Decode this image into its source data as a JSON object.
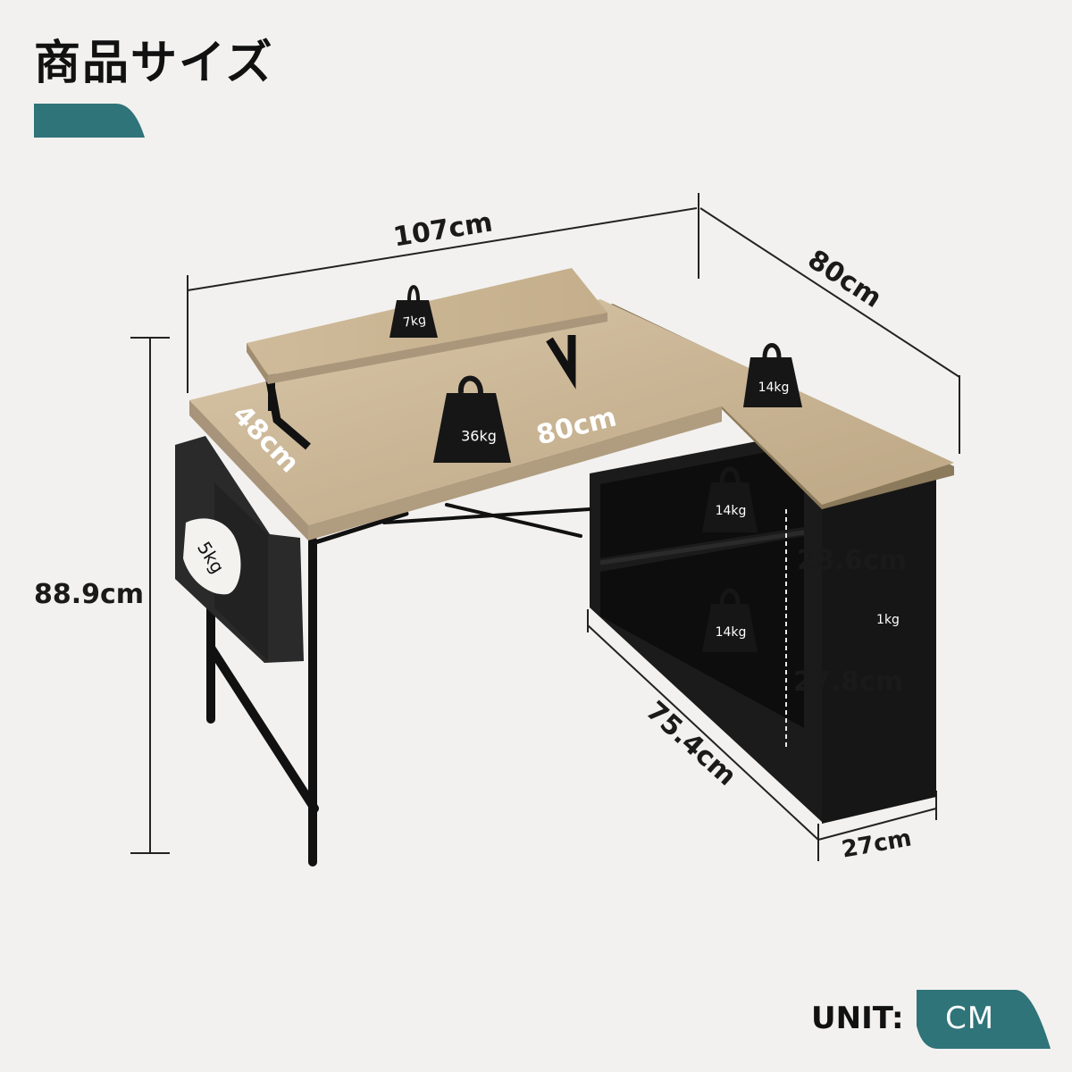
{
  "title": "商品サイズ",
  "accent_color": "#2f7479",
  "dimensions": {
    "total_width": "107cm",
    "side_depth": "80cm",
    "height": "88.9cm",
    "desk_depth": "48cm",
    "desk_width": "80cm",
    "cabinet_length": "75.4cm",
    "cabinet_depth": "27cm",
    "shelf_upper": "28.6cm",
    "shelf_lower": "27.8cm"
  },
  "weights": {
    "monitor_stand": "7kg",
    "desk_main": "36kg",
    "desk_corner": "14kg",
    "shelf_upper": "14kg",
    "shelf_lower": "14kg",
    "hook": "1kg",
    "side_bag": "5kg"
  },
  "unit": {
    "label": "UNIT:",
    "value": "CM"
  }
}
